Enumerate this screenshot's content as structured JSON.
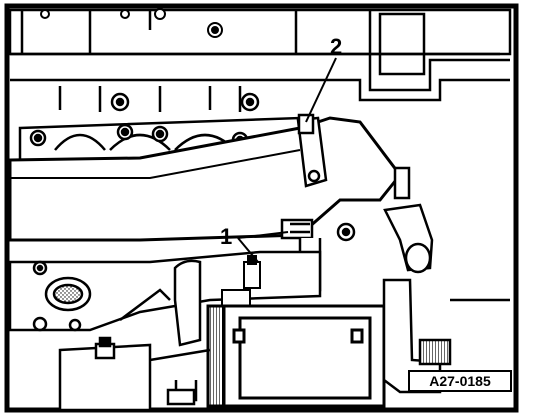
{
  "callouts": {
    "one": "1",
    "two": "2"
  },
  "figure_ref": "A27-0185",
  "colors": {
    "ink": "#000000",
    "paper": "#ffffff",
    "shade": "#9a9a9a"
  }
}
